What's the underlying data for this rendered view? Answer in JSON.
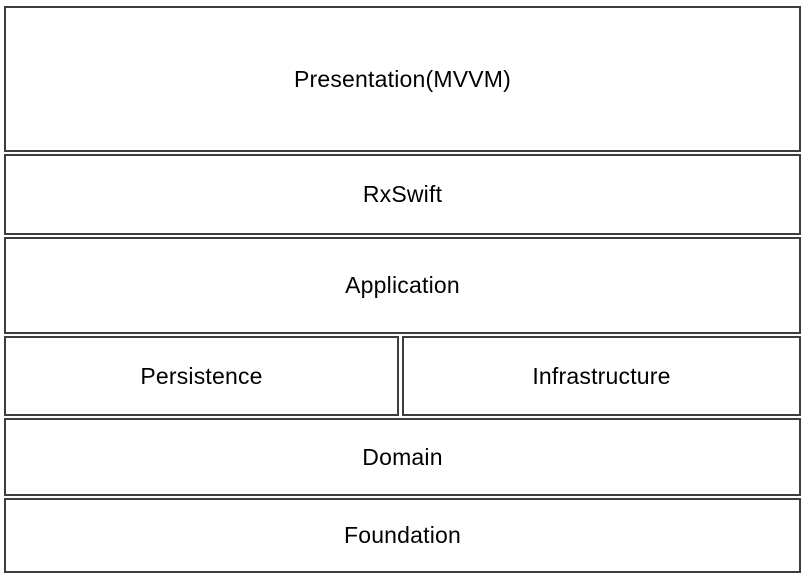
{
  "diagram": {
    "layers": [
      {
        "label": "Presentation(MVVM)"
      },
      {
        "label": "RxSwift"
      },
      {
        "label": "Application"
      },
      {
        "label": "Persistence"
      },
      {
        "label": "Infrastructure"
      },
      {
        "label": "Domain"
      },
      {
        "label": "Foundation"
      }
    ]
  },
  "theme": {
    "border_color": "#3d3d3d",
    "text_color": "#000000",
    "background_color": "#ffffff"
  }
}
